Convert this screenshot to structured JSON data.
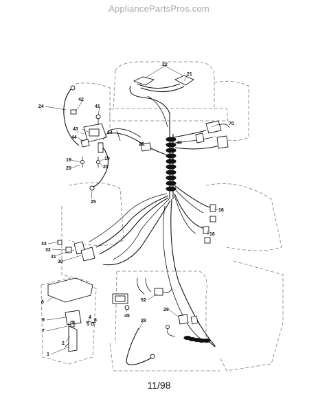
{
  "header": {
    "watermark": "AppliancePartsPros.com"
  },
  "footer": {
    "page_number": "11/98"
  },
  "callouts": {
    "c1": "1",
    "c2": "2",
    "c3": "3",
    "c4": "4",
    "c5": "5",
    "c6": "6",
    "c7": "7",
    "c8": "8",
    "c9": "9",
    "c16a": "16",
    "c16b": "16",
    "c19a": "19",
    "c19b": "19",
    "c20a": "20",
    "c20b": "20",
    "c21": "21",
    "c22": "22",
    "c24": "24",
    "c25": "25",
    "c26": "26",
    "c28": "28",
    "c29": "29",
    "c30": "30",
    "c31": "31",
    "c32": "32",
    "c33": "33",
    "c40": "40",
    "c41": "41",
    "c42": "42",
    "c43": "43",
    "c44a": "44",
    "c44b": "44",
    "c45": "45",
    "c52": "52",
    "c70": "70"
  }
}
